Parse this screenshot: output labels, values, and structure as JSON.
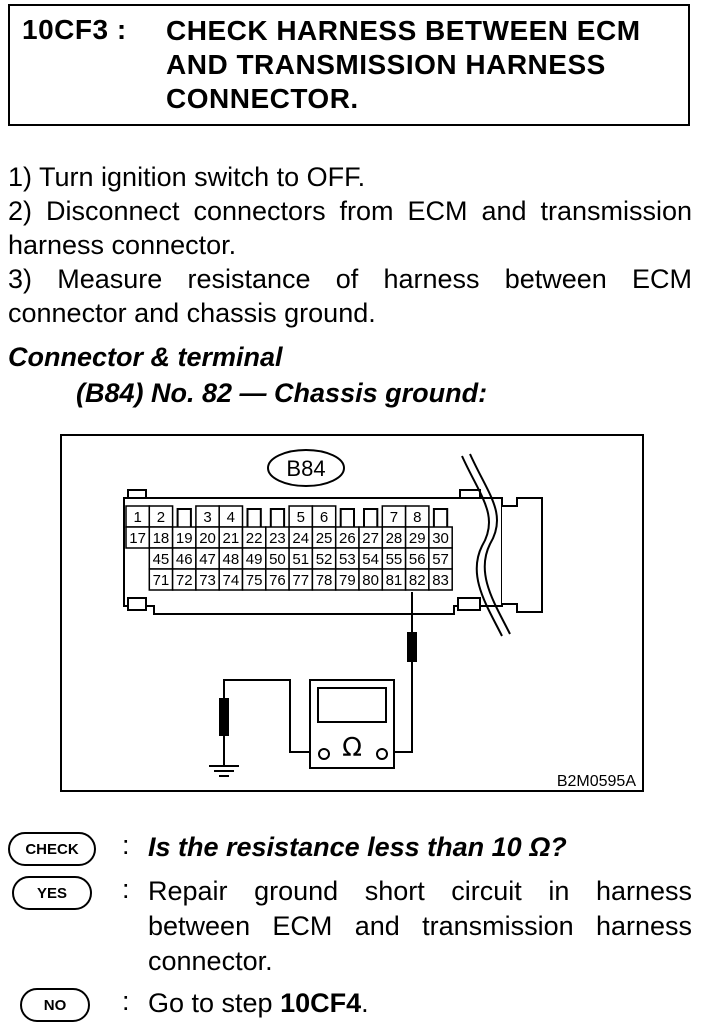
{
  "header": {
    "step_code": "10CF3 :",
    "title": "CHECK HARNESS BETWEEN ECM AND TRANSMISSION HARNESS CONNECTOR."
  },
  "steps": [
    "1) Turn ignition switch to OFF.",
    "2) Disconnect connectors from ECM and trans­mission harness connector.",
    "3) Measure resistance of harness between ECM connector and chassis ground."
  ],
  "connector_terminal": {
    "label": "Connector & terminal",
    "terminal": "(B84) No. 82 — Chassis ground:"
  },
  "diagram": {
    "connector_id": "B84",
    "figure_code": "B2M0595A",
    "meter_symbol": "Ω",
    "rows": [
      [
        "1",
        "2",
        "",
        "3",
        "4",
        "",
        "",
        "5",
        "6",
        "",
        "",
        "7",
        "8",
        ""
      ],
      [
        "17",
        "18",
        "19",
        "20",
        "21",
        "22",
        "23",
        "24",
        "25",
        "26",
        "27",
        "28",
        "29",
        "30"
      ],
      [
        "",
        "45",
        "46",
        "47",
        "48",
        "49",
        "50",
        "51",
        "52",
        "53",
        "54",
        "55",
        "56",
        "57"
      ],
      [
        "",
        "71",
        "72",
        "73",
        "74",
        "75",
        "76",
        "77",
        "78",
        "79",
        "80",
        "81",
        "82",
        "83"
      ]
    ]
  },
  "check": {
    "badge": "CHECK",
    "question": "Is the resistance less than 10 Ω?"
  },
  "yes": {
    "badge": "YES",
    "text": "Repair ground short circuit in harness between ECM and transmission har­ness connector."
  },
  "no": {
    "badge": "NO",
    "text_prefix": "Go to step ",
    "step_ref": "10CF4",
    "text_suffix": "."
  }
}
